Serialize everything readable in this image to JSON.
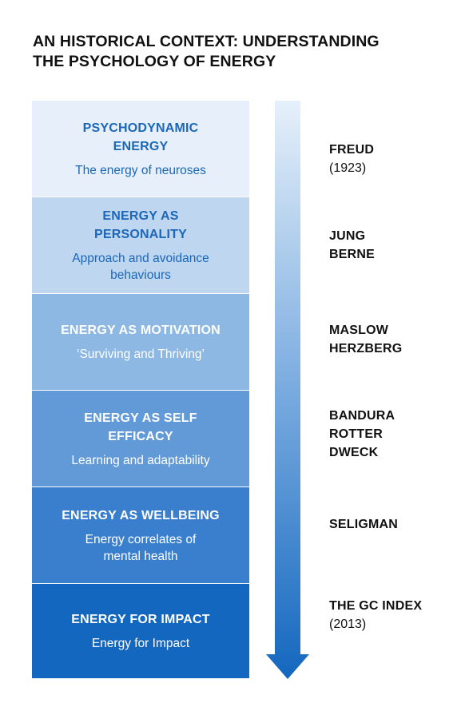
{
  "title_line1": "AN HISTORICAL CONTEXT: UNDERSTANDING",
  "title_line2": "THE PSYCHOLOGY OF ENERGY",
  "stages": [
    {
      "heading_line1": "PSYCHODYNAMIC",
      "heading_line2": "ENERGY",
      "sub_line1": "The energy of neuroses",
      "sub_line2": "",
      "names": [
        "FREUD"
      ],
      "year": "(1923)"
    },
    {
      "heading_line1": "ENERGY AS",
      "heading_line2": "PERSONALITY",
      "sub_line1": "Approach and avoidance",
      "sub_line2": "behaviours",
      "names": [
        "JUNG",
        "BERNE"
      ],
      "year": ""
    },
    {
      "heading_line1": "ENERGY AS MOTIVATION",
      "heading_line2": "",
      "sub_line1": "‘Surviving and Thriving’",
      "sub_line2": "",
      "names": [
        "MASLOW",
        "HERZBERG"
      ],
      "year": ""
    },
    {
      "heading_line1": "ENERGY AS SELF",
      "heading_line2": "EFFICACY",
      "sub_line1": "Learning and adaptability",
      "sub_line2": "",
      "names": [
        "BANDURA",
        "ROTTER",
        "DWECK"
      ],
      "year": ""
    },
    {
      "heading_line1": "ENERGY AS WELLBEING",
      "heading_line2": "",
      "sub_line1": "Energy correlates of",
      "sub_line2": "mental health",
      "names": [
        "SELIGMAN"
      ],
      "year": ""
    },
    {
      "heading_line1": "ENERGY FOR IMPACT",
      "heading_line2": "",
      "sub_line1": "Energy for Impact",
      "sub_line2": "",
      "names": [
        "THE GC INDEX"
      ],
      "year": "(2013)"
    }
  ],
  "colors": {
    "block_fills": [
      "#e7f0fa",
      "#bed6ef",
      "#8db8e3",
      "#629ad8",
      "#3a7fce",
      "#1467bf"
    ],
    "dark_text": "#1b67b8",
    "light_text": "#ffffff",
    "arrow_top": "#e6f0fa",
    "arrow_bottom": "#1467bf"
  }
}
